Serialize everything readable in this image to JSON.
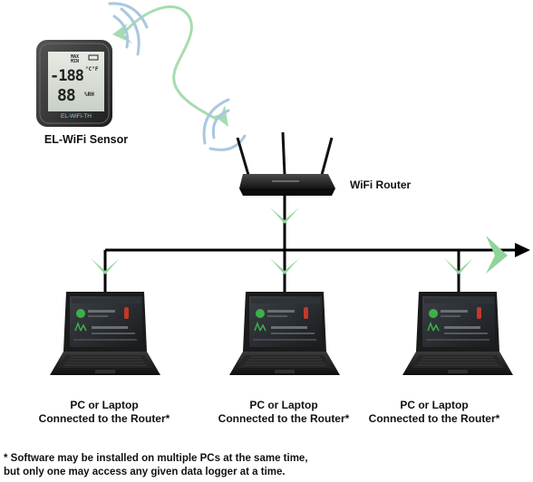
{
  "sensor": {
    "label": "EL-WiFi Sensor",
    "brand": "EL-WiFi-TH",
    "display_temp": "-188",
    "display_hum": "88",
    "unit_temp": "°C°F",
    "unit_hum": "%RH",
    "tag_max": "MAX",
    "tag_min": "MIN"
  },
  "router": {
    "label": "WiFi Router"
  },
  "computers": [
    {
      "line1": "PC or Laptop",
      "line2": "Connected to the Router*"
    },
    {
      "line1": "PC or Laptop",
      "line2": "Connected to the Router*"
    },
    {
      "line1": "PC or Laptop",
      "line2": "Connected to the Router*"
    }
  ],
  "footnote": {
    "line1": "* Software may be installed on multiple PCs at the same time,",
    "line2": "but only one may access any given data logger at a time."
  },
  "colors": {
    "signal_green": "#a6dcb0",
    "arrow_green": "#8fd49a",
    "wave_blue": "#a9c8e0",
    "device_dark": "#2a2a2a"
  }
}
